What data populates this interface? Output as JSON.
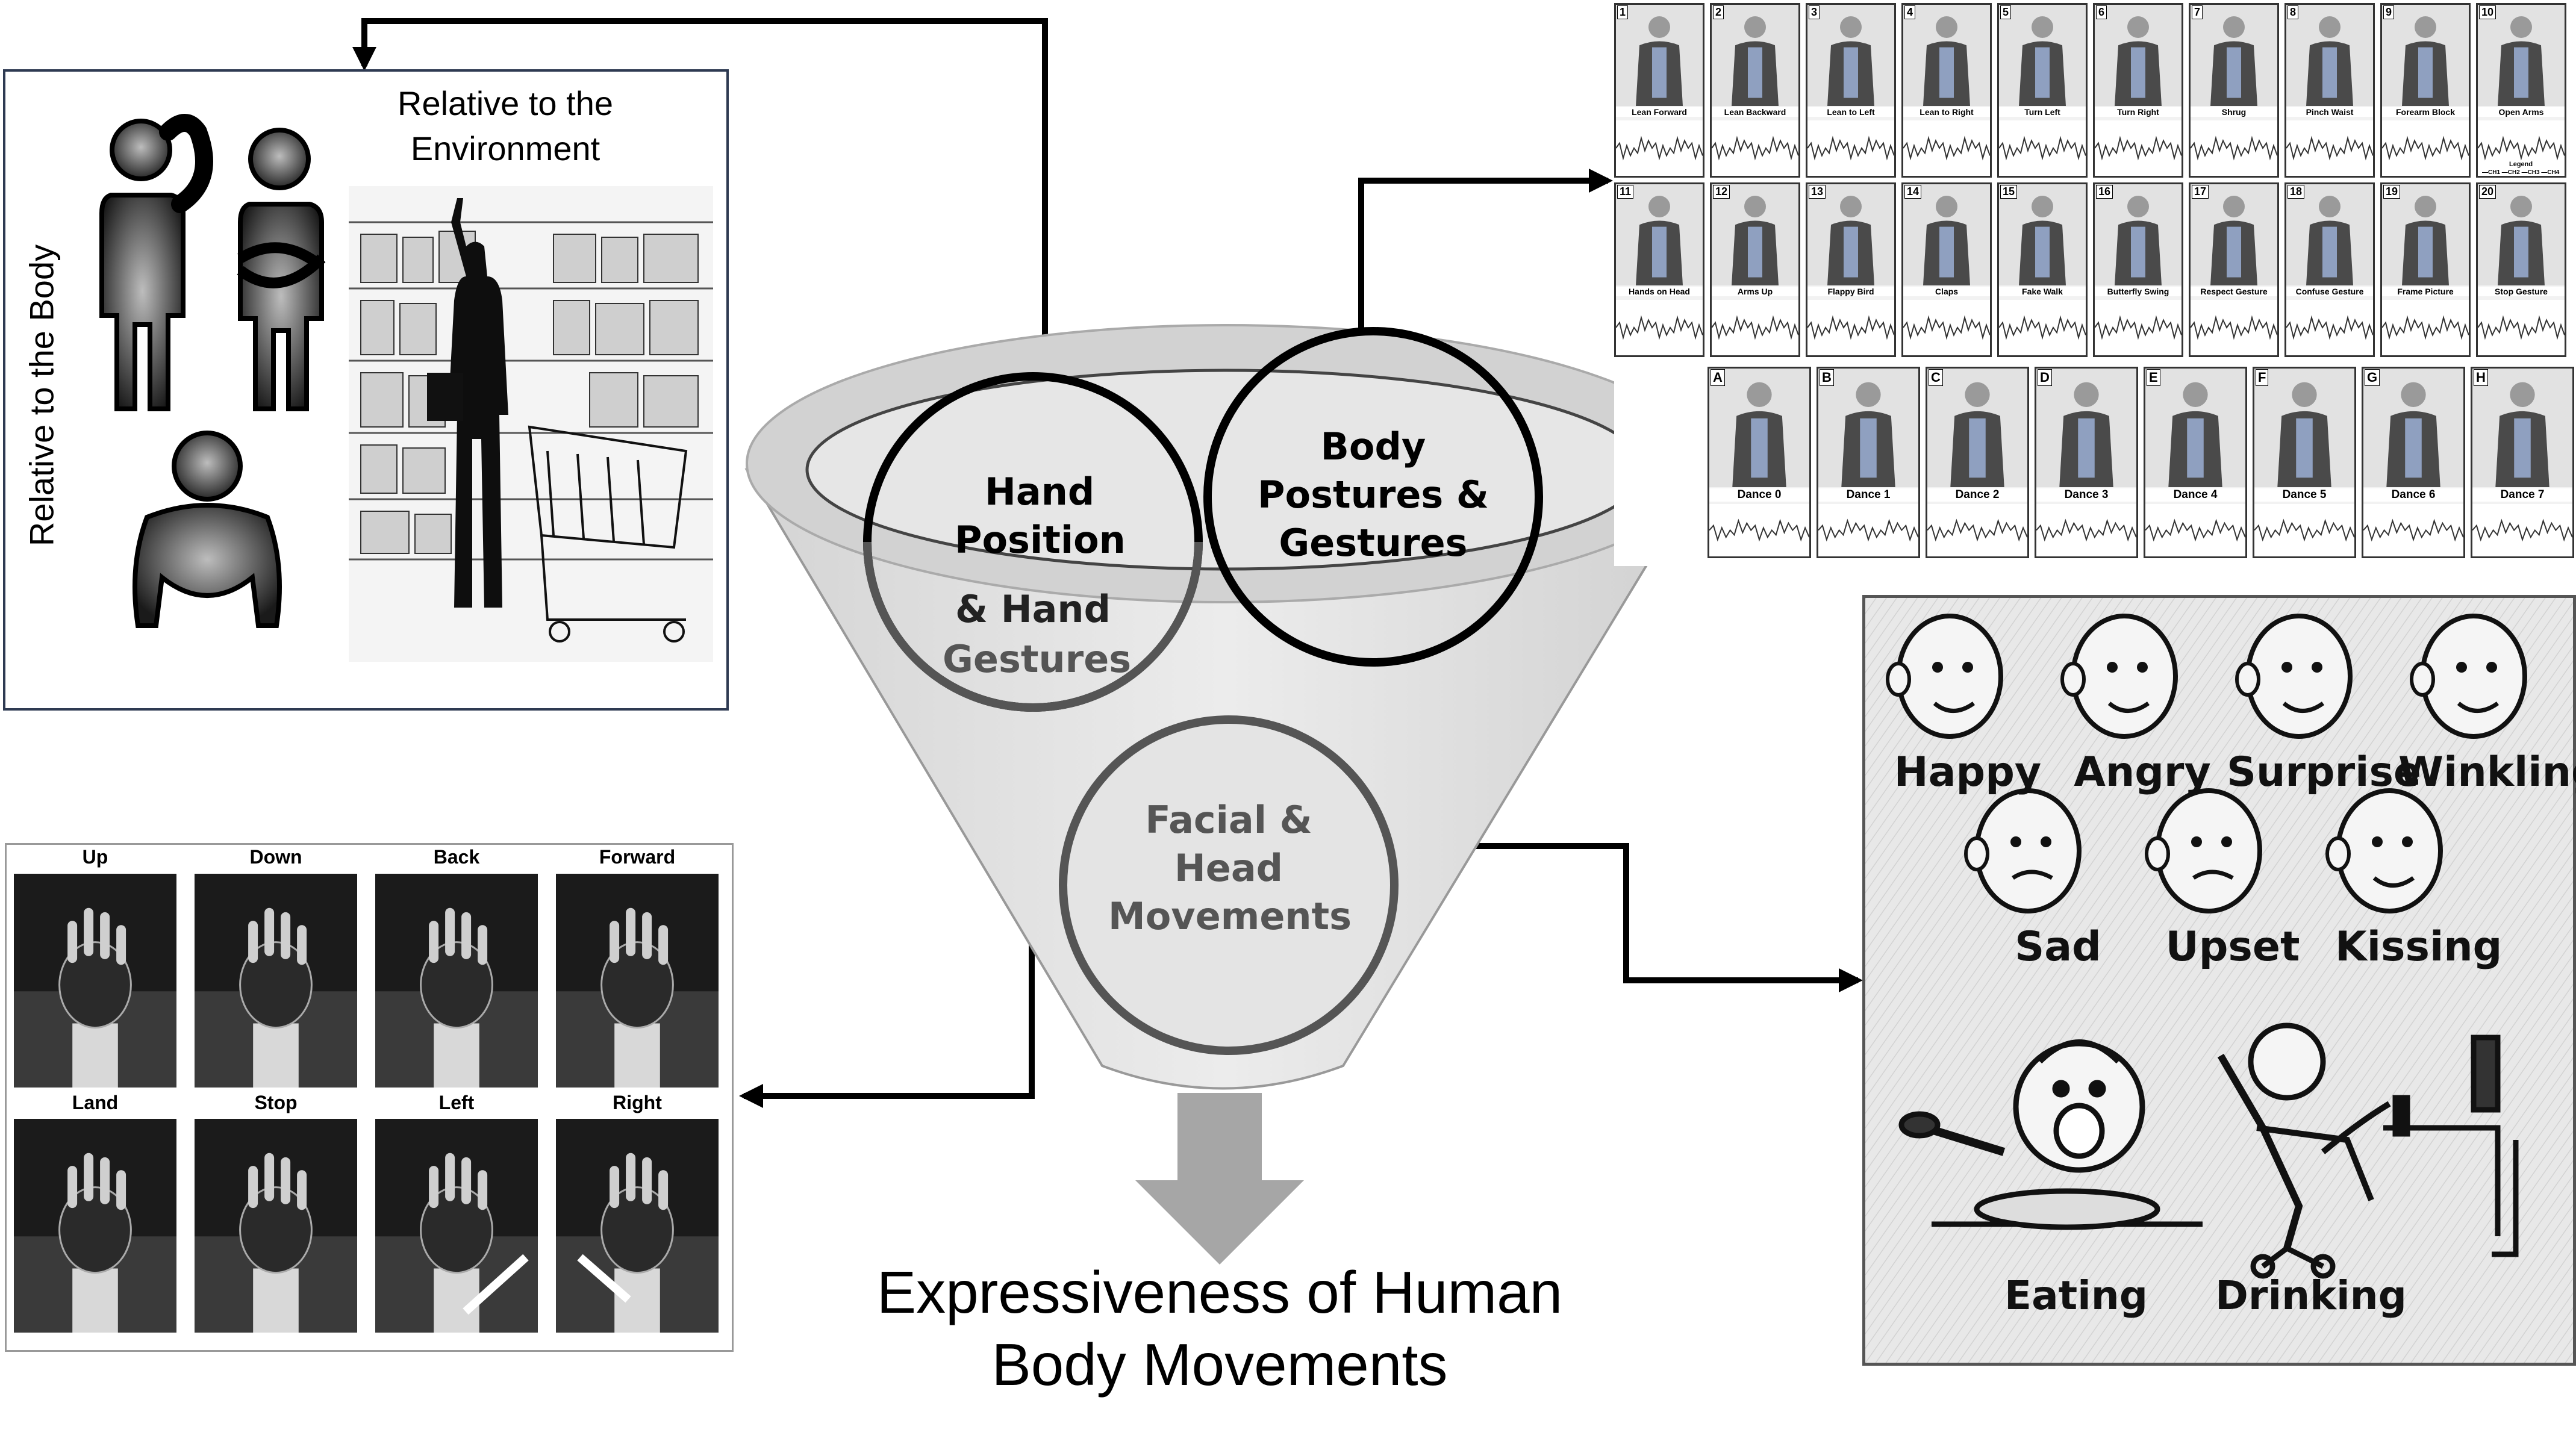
{
  "funnel": {
    "hand_circle": [
      "Hand",
      "Position",
      "& Hand",
      "Gestures"
    ],
    "body_circle": [
      "Body",
      "Postures &",
      "Gestures"
    ],
    "face_circle": [
      "Facial &",
      "Head",
      "Movements"
    ],
    "title": [
      "Expressiveness of Human",
      "Body Movements"
    ]
  },
  "position_panel": {
    "env_label": [
      "Relative to the",
      "Environment"
    ],
    "body_label": "Relative to the Body"
  },
  "hand_panel": {
    "gestures": [
      "Up",
      "Down",
      "Back",
      "Forward",
      "Land",
      "Stop",
      "Left",
      "Right"
    ]
  },
  "posture_panel": {
    "row1": [
      {
        "num": "1",
        "label": "Lean Forward"
      },
      {
        "num": "2",
        "label": "Lean Backward"
      },
      {
        "num": "3",
        "label": "Lean to Left"
      },
      {
        "num": "4",
        "label": "Lean to Right"
      },
      {
        "num": "5",
        "label": "Turn Left"
      },
      {
        "num": "6",
        "label": "Turn Right"
      },
      {
        "num": "7",
        "label": "Shrug"
      },
      {
        "num": "8",
        "label": "Pinch Waist"
      },
      {
        "num": "9",
        "label": "Forearm Block"
      },
      {
        "num": "10",
        "label": "Open Arms"
      }
    ],
    "row2": [
      {
        "num": "11",
        "label": "Hands on Head"
      },
      {
        "num": "12",
        "label": "Arms Up"
      },
      {
        "num": "13",
        "label": "Flappy Bird"
      },
      {
        "num": "14",
        "label": "Claps"
      },
      {
        "num": "15",
        "label": "Fake Walk"
      },
      {
        "num": "16",
        "label": "Butterfly Swing"
      },
      {
        "num": "17",
        "label": "Respect Gesture"
      },
      {
        "num": "18",
        "label": "Confuse Gesture"
      },
      {
        "num": "19",
        "label": "Frame Picture"
      },
      {
        "num": "20",
        "label": "Stop Gesture"
      }
    ],
    "legend_title": "Legend",
    "legend_text": "—CH1 —CH2 —CH3 —CH4",
    "dances": [
      {
        "letter": "A",
        "label": "Dance 0"
      },
      {
        "letter": "B",
        "label": "Dance 1"
      },
      {
        "letter": "C",
        "label": "Dance 2"
      },
      {
        "letter": "D",
        "label": "Dance 3"
      },
      {
        "letter": "E",
        "label": "Dance 4"
      },
      {
        "letter": "F",
        "label": "Dance 5"
      },
      {
        "letter": "G",
        "label": "Dance 6"
      },
      {
        "letter": "H",
        "label": "Dance 7"
      }
    ]
  },
  "face_panel": {
    "faces": [
      "Happy",
      "Angry",
      "Surprise",
      "Winkling",
      "Sad",
      "Upset",
      "Kissing"
    ],
    "activities": [
      "Eating",
      "Drinking"
    ]
  }
}
